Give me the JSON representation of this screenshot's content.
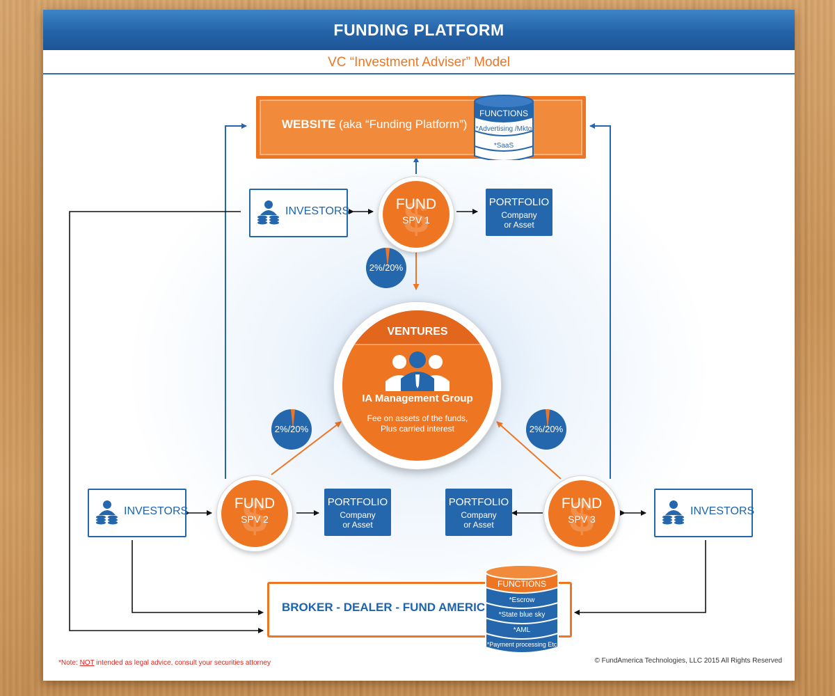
{
  "header": {
    "title": "FUNDING PLATFORM",
    "subtitle": "VC “Investment Adviser” Model"
  },
  "website": {
    "label_bold": "WEBSITE",
    "label_rest": " (aka “Funding Platform”)",
    "functions": {
      "title": "FUNCTIONS",
      "items": [
        "*Advertising /Mktg",
        "*SaaS"
      ]
    }
  },
  "broker": {
    "label": "BROKER - DEALER - FUND AMERICA",
    "functions": {
      "title": "FUNCTIONS",
      "items": [
        "*Escrow",
        "*State blue sky",
        "*AML",
        "*Payment processing Etc"
      ]
    }
  },
  "investors": {
    "top": "INVESTORS",
    "left": "INVESTORS",
    "right": "INVESTORS"
  },
  "funds": {
    "spv1": {
      "title": "FUND",
      "sub": "SPV 1"
    },
    "spv2": {
      "title": "FUND",
      "sub": "SPV 2"
    },
    "spv3": {
      "title": "FUND",
      "sub": "SPV 3"
    },
    "watermark": "$"
  },
  "portfolios": {
    "p1": {
      "title": "PORTFOLIO",
      "line1": "Company",
      "line2": "or Asset"
    },
    "p2": {
      "title": "PORTFOLIO",
      "line1": "Company",
      "line2": "or Asset"
    },
    "p3": {
      "title": "PORTFOLIO",
      "line1": "Company",
      "line2": "or Asset"
    }
  },
  "fees": {
    "fee1": "2%/20%",
    "fee2": "2%/20%",
    "fee3": "2%/20%"
  },
  "ventures": {
    "title": "VENTURES",
    "group": "IA Management Group",
    "desc_line1": "Fee on assets of the funds,",
    "desc_line2": "Plus carried interest"
  },
  "footer": {
    "note_prefix": "*Note: ",
    "note_emphasis": "NOT",
    "note_suffix": " intended as legal advice, consult your securities attorney",
    "copyright": "© FundAmerica Technologies, LLC 2015 All Rights Reserved"
  },
  "colors": {
    "brand_blue": "#2567ad",
    "brand_orange": "#ee7623",
    "note_red": "#e0231e"
  }
}
